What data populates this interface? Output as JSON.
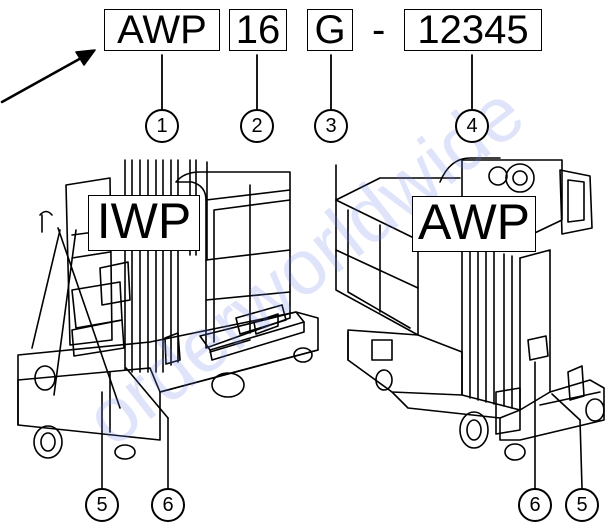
{
  "model_code": {
    "series": "AWP",
    "height": "16",
    "variant": "G",
    "separator": "-",
    "serial": "12345"
  },
  "machine_labels": {
    "left": "IWP",
    "right": "AWP"
  },
  "callouts": [
    "1",
    "2",
    "3",
    "4",
    "5",
    "6",
    "6",
    "5"
  ],
  "watermark": "orderworldwide"
}
